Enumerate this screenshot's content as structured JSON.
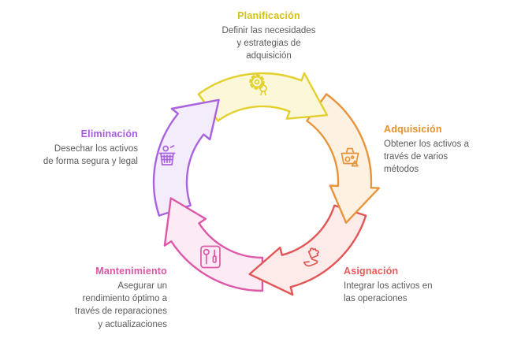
{
  "page": {
    "background": "#ffffff"
  },
  "diagram": {
    "type": "cycle",
    "direction": "clockwise",
    "text_color": "#5d5a5d",
    "segments": [
      {
        "id": "planificacion",
        "title": "Planificación",
        "title_color": "#d2c312",
        "stroke": "#e2d02c",
        "fill": "#fbf8da",
        "icon": "gear-medal-icon",
        "desc_lines": [
          "Definir las necesidades",
          "y estrategias de",
          "adquisición"
        ]
      },
      {
        "id": "adquisicion",
        "title": "Adquisición",
        "title_color": "#e8912d",
        "stroke": "#e8943c",
        "fill": "#fdf1e2",
        "icon": "basket-icon",
        "desc_lines": [
          "Obtener los activos a",
          "través de varios",
          "métodos"
        ]
      },
      {
        "id": "asignacion",
        "title": "Asignación",
        "title_color": "#ea5b57",
        "stroke": "#e25656",
        "fill": "#fcebe9",
        "icon": "hand-puzzle-icon",
        "desc_lines": [
          "Integrar los activos en",
          "las operaciones"
        ]
      },
      {
        "id": "mantenimiento",
        "title": "Mantenimiento",
        "title_color": "#dc55a5",
        "stroke": "#de58a8",
        "fill": "#fcebf5",
        "icon": "tools-icon",
        "desc_lines": [
          "Asegurar un",
          "rendimiento óptimo a",
          "través de reparaciones",
          "y actualizaciones"
        ]
      },
      {
        "id": "eliminacion",
        "title": "Eliminación",
        "title_color": "#a55ce1",
        "stroke": "#aa63de",
        "fill": "#f3ecfb",
        "icon": "trash-icon",
        "desc_lines": [
          "Desechar los activos",
          "de forma segura y legal"
        ]
      }
    ]
  }
}
